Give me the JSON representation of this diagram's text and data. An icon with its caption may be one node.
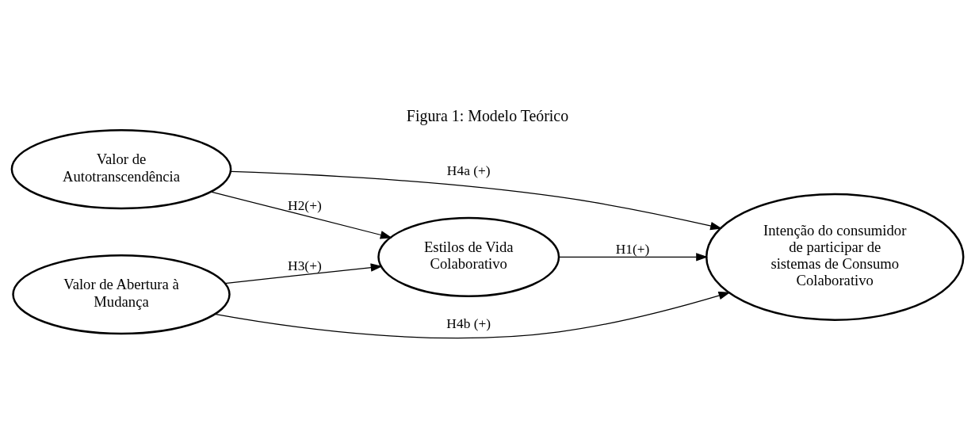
{
  "diagram": {
    "title": "Figura 1: Modelo Teórico",
    "nodes": [
      {
        "text": [
          "Estilos de Vida Colaborativo"
        ]
      },
      {
        "text": [
          "Valor de Autotranscendência"
        ]
      },
      {
        "text": [
          "Valor de Abertura à Mudança"
        ]
      },
      {
        "text": [
          "Intenção do consumidor de participar de sistemas de Consumo Colaborativo"
        ]
      }
    ],
    "edges": [
      {
        "from": 1,
        "to": 0,
        "arrow": "to",
        "label": "H2(+)"
      },
      {
        "from": 2,
        "to": 0,
        "arrow": "to",
        "label": "H3(+)"
      },
      {
        "from": 0,
        "to": 3,
        "arrow": "to",
        "label": "H1(+)"
      },
      {
        "from": 1,
        "to": 3,
        "arrow": "to",
        "label": "H4a (+)"
      },
      {
        "from": 2,
        "to": 3,
        "arrow": "to",
        "label": "H4b (+)"
      }
    ]
  }
}
